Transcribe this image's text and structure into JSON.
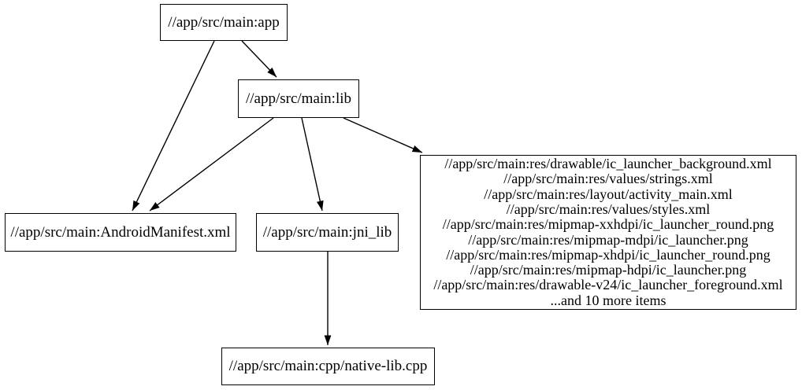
{
  "diagram": {
    "type": "dependency-graph",
    "background_color": "#ffffff",
    "node_border_color": "#000000",
    "edge_color": "#000000",
    "text_color": "#000000",
    "nodes": {
      "app": {
        "label": "//app/src/main:app"
      },
      "lib": {
        "label": "//app/src/main:lib"
      },
      "manifest": {
        "label": "//app/src/main:AndroidManifest.xml"
      },
      "jni_lib": {
        "label": "//app/src/main:jni_lib"
      },
      "res": {
        "lines": [
          "//app/src/main:res/drawable/ic_launcher_background.xml",
          "//app/src/main:res/values/strings.xml",
          "//app/src/main:res/layout/activity_main.xml",
          "//app/src/main:res/values/styles.xml",
          "//app/src/main:res/mipmap-xxhdpi/ic_launcher_round.png",
          "//app/src/main:res/mipmap-mdpi/ic_launcher.png",
          "//app/src/main:res/mipmap-xhdpi/ic_launcher_round.png",
          "//app/src/main:res/mipmap-hdpi/ic_launcher.png",
          "//app/src/main:res/drawable-v24/ic_launcher_foreground.xml",
          "...and 10 more items"
        ]
      },
      "native_cpp": {
        "label": "//app/src/main:cpp/native-lib.cpp"
      }
    },
    "edges": [
      {
        "from": "app",
        "to": "lib",
        "points": [
          [
            307,
            52
          ],
          [
            351,
            98
          ]
        ]
      },
      {
        "from": "app",
        "to": "manifest",
        "points": [
          [
            272,
            52
          ],
          [
            168,
            268
          ]
        ]
      },
      {
        "from": "lib",
        "to": "manifest",
        "points": [
          [
            347,
            150
          ],
          [
            190,
            268
          ]
        ]
      },
      {
        "from": "lib",
        "to": "jni_lib",
        "points": [
          [
            383,
            150
          ],
          [
            409,
            268
          ]
        ]
      },
      {
        "from": "lib",
        "to": "res",
        "points": [
          [
            436,
            150
          ],
          [
            536,
            194
          ]
        ]
      },
      {
        "from": "jni_lib",
        "to": "native_cpp",
        "points": [
          [
            416,
            320
          ],
          [
            416,
            439
          ]
        ]
      }
    ]
  }
}
